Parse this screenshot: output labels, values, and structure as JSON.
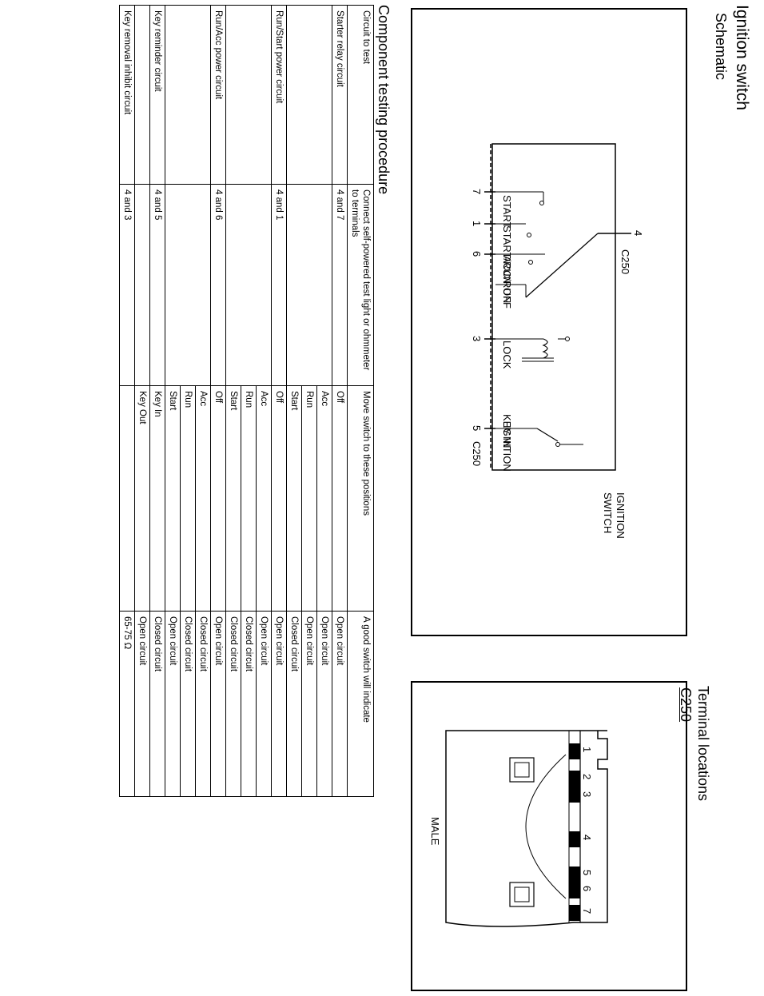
{
  "header": {
    "title": "Ignition switch"
  },
  "schematic": {
    "heading": "Schematic",
    "connector": "C250",
    "switch_label_1": "IGNITION",
    "switch_label_2": "SWITCH",
    "positions": [
      {
        "pin": "7",
        "label": "START"
      },
      {
        "pin": "1",
        "label": "START/RUN"
      },
      {
        "pin": "6",
        "label": "ACC/RUN"
      },
      {
        "pin": "",
        "label": "OFF"
      },
      {
        "pin": "3",
        "label": "LOCK"
      },
      {
        "pin": "5",
        "label": "KEY IN IGNITION"
      }
    ],
    "pin_common": "4",
    "key_in_1": "KEY IN",
    "key_in_2": "IGNITION"
  },
  "terminals": {
    "heading": "Terminal locations",
    "connector": "C250",
    "pins": [
      "1",
      "2",
      "3",
      "4",
      "5",
      "6",
      "7"
    ],
    "male_label": "MALE"
  },
  "procedure": {
    "heading": "Component testing procedure",
    "headers": [
      "Circuit to test",
      "Connect self-powered test light or ohmmeter to terminals",
      "Move switch to these positions",
      "A good switch will indicate"
    ],
    "rows": [
      [
        "Starter relay circuit",
        "4 and 7",
        "Off",
        "Open circuit"
      ],
      [
        "",
        "",
        "Acc",
        "Open circuit"
      ],
      [
        "",
        "",
        "Run",
        "Open circuit"
      ],
      [
        "",
        "",
        "Start",
        "Closed circuit"
      ],
      [
        "Run/Start power circuit",
        "4 and 1",
        "Off",
        "Open circuit"
      ],
      [
        "",
        "",
        "Acc",
        "Open circuit"
      ],
      [
        "",
        "",
        "Run",
        "Closed circuit"
      ],
      [
        "",
        "",
        "Start",
        "Closed circuit"
      ],
      [
        "Run/Acc power circuit",
        "4 and 6",
        "Off",
        "Open circuit"
      ],
      [
        "",
        "",
        "Acc",
        "Closed circuit"
      ],
      [
        "",
        "",
        "Run",
        "Closed circuit"
      ],
      [
        "",
        "",
        "Start",
        "Open circuit"
      ],
      [
        "Key reminder circuit",
        "4 and 5",
        "Key In",
        "Closed circuit"
      ],
      [
        "",
        "",
        "Key Out",
        "Open circuit"
      ],
      [
        "Key removal inhibit circuit",
        "4 and 3",
        "",
        "65-75 Ω"
      ]
    ]
  }
}
